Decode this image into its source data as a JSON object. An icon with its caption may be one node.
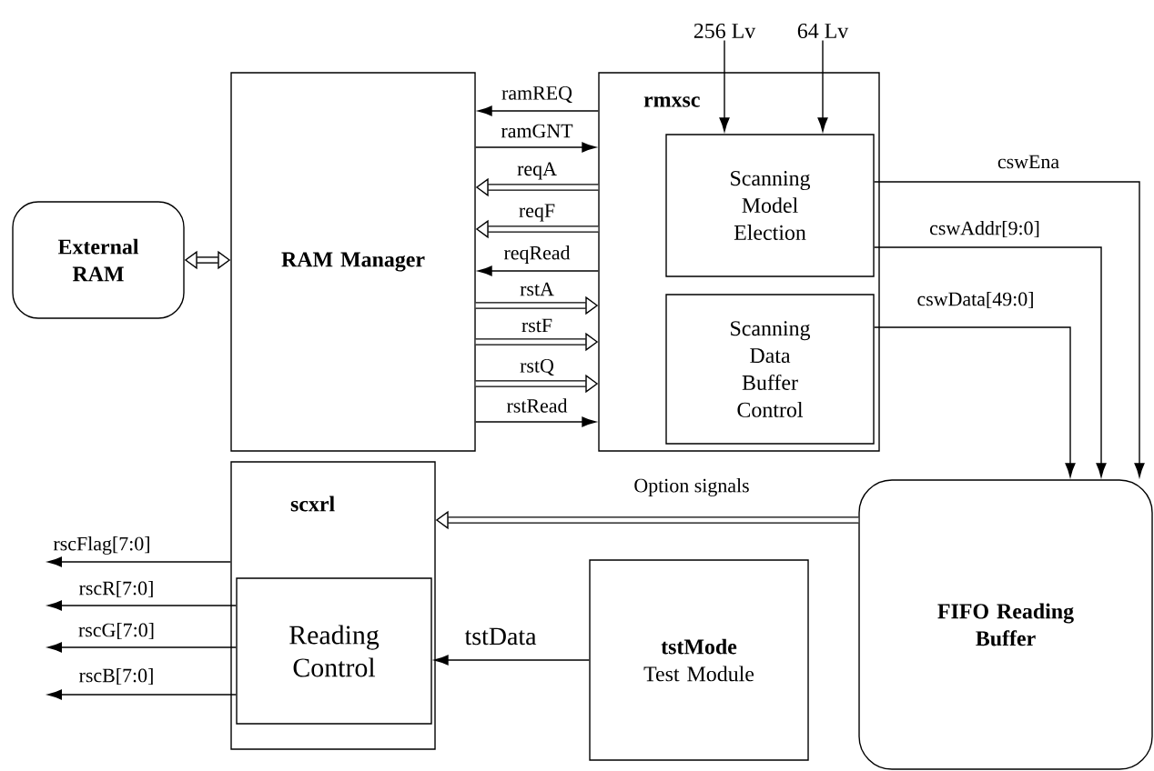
{
  "diagram": {
    "nodes": [
      {
        "text": [
          "External RAM"
        ]
      },
      {
        "text": [
          "RAM Manager"
        ]
      },
      {
        "text": [
          "rmxsc"
        ]
      },
      {
        "text": [
          "Scanning Model Election"
        ],
        "in": 2
      },
      {
        "text": [
          "Scanning Data Buffer Control"
        ],
        "in": 2
      },
      {
        "text": [
          "scxrl"
        ]
      },
      {
        "text": [
          "Reading Control"
        ],
        "in": 5
      },
      {
        "text": [
          "tstMode",
          "Test Module"
        ]
      },
      {
        "text": [
          "FIFO Reading Buffer"
        ]
      },
      {
        "text": [
          "256 Lv"
        ]
      },
      {
        "text": [
          "64 Lv"
        ]
      }
    ],
    "edges": [
      {
        "from": 0,
        "to": 1,
        "arrow": "both",
        "style": "thick"
      },
      {
        "from": 9,
        "to": 3,
        "arrow": "to"
      },
      {
        "from": 10,
        "to": 3,
        "arrow": "to"
      },
      {
        "from": 2,
        "to": 1,
        "arrow": "to",
        "label": "ramREQ"
      },
      {
        "from": 1,
        "to": 2,
        "arrow": "to",
        "label": "ramGNT"
      },
      {
        "from": 2,
        "to": 1,
        "arrow": "to",
        "label": "reqA",
        "style": "thick"
      },
      {
        "from": 2,
        "to": 1,
        "arrow": "to",
        "label": "reqF",
        "style": "thick"
      },
      {
        "from": 2,
        "to": 1,
        "arrow": "to",
        "label": "reqRead"
      },
      {
        "from": 1,
        "to": 2,
        "arrow": "to",
        "label": "rstA",
        "style": "thick"
      },
      {
        "from": 1,
        "to": 2,
        "arrow": "to",
        "label": "rstF",
        "style": "thick"
      },
      {
        "from": 1,
        "to": 2,
        "arrow": "to",
        "label": "rstQ",
        "style": "thick"
      },
      {
        "from": 1,
        "to": 2,
        "arrow": "to",
        "label": "rstRead"
      },
      {
        "from": 3,
        "to": 8,
        "arrow": "to",
        "label": "cswEna"
      },
      {
        "from": 3,
        "to": 8,
        "arrow": "to",
        "label": "cswAddr[9:0]"
      },
      {
        "from": 4,
        "to": 8,
        "arrow": "to",
        "label": "cswData[49:0]"
      },
      {
        "from": 8,
        "to": 5,
        "arrow": "to",
        "label": "Option signals",
        "style": "thick"
      },
      {
        "from": 7,
        "to": 6,
        "arrow": "to",
        "label": "tstData"
      },
      {
        "from": 5,
        "to": null,
        "arrow": "to",
        "label": "rscFlag[7:0]"
      },
      {
        "from": 6,
        "to": null,
        "arrow": "to",
        "label": "rscR[7:0]"
      },
      {
        "from": 6,
        "to": null,
        "arrow": "to",
        "label": "rscG[7:0]"
      },
      {
        "from": 6,
        "to": null,
        "arrow": "to",
        "label": "rscB[7:0]"
      }
    ]
  }
}
